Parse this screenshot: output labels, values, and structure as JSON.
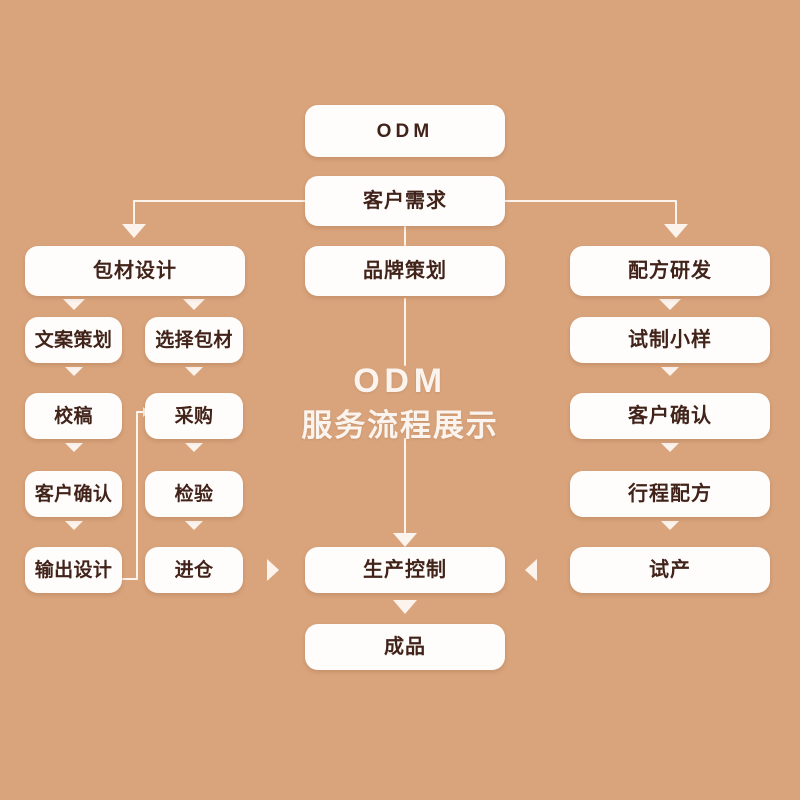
{
  "theme": {
    "background": "#d9a47c",
    "node_fill": "#fffdfb",
    "node_text": "#41231a",
    "connector": "#fbf3ec",
    "watermark_text": "#fbf4ee"
  },
  "watermark": {
    "line1": "ODM",
    "line2": "服务流程展示"
  },
  "nodes": {
    "root": "ODM",
    "customer_demand": "客户需求",
    "left_head": "包材设计",
    "center_head": "品牌策划",
    "right_head": "配方研发",
    "left_col_a": [
      "文案策划",
      "校稿",
      "客户确认",
      "输出设计"
    ],
    "left_col_b": [
      "选择包材",
      "采购",
      "检验",
      "进仓"
    ],
    "right_col": [
      "试制小样",
      "客户确认",
      "行程配方",
      "试产"
    ],
    "production_control": "生产控制",
    "finished_goods": "成品"
  },
  "icons": {
    "arrow_down": "arrow-down-icon",
    "arrow_right": "arrow-right-icon",
    "arrow_left": "arrow-left-icon"
  }
}
